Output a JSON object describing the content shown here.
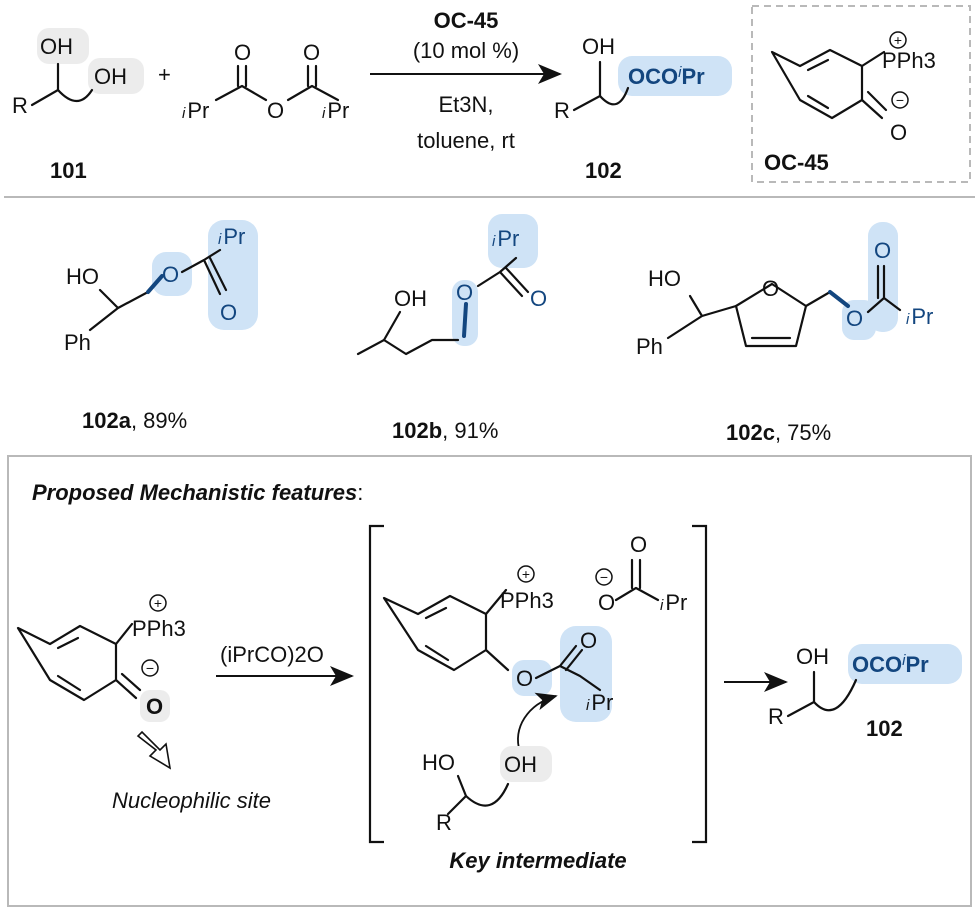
{
  "reaction": {
    "reactant1_id": "101",
    "reactant2_id": "",
    "product_id": "102",
    "plus": "+",
    "catalyst": "OC-45",
    "loading": "(10 mol %)",
    "base": "Et3N,",
    "solvent": "toluene, rt",
    "catalyst_box_label": "OC-45"
  },
  "atoms": {
    "OH": "OH",
    "HO": "HO",
    "R": "R",
    "O": "O",
    "iPr_i": "i",
    "iPr_Pr": "Pr",
    "Ph": "Ph",
    "PPh3": "PPh3",
    "OCO": "OCO",
    "plus_charge": "+",
    "minus_charge": "−"
  },
  "examples": [
    {
      "id": "102a",
      "yield": ", 89%"
    },
    {
      "id": "102b",
      "yield": ", 91%"
    },
    {
      "id": "102c",
      "yield": ", 75%"
    }
  ],
  "mechanism": {
    "title": "Proposed Mechanistic features",
    "title_suffix": ":",
    "reagent": "(iPrCO)2O",
    "nucleophilic_site": "Nucleophilic site",
    "key_intermediate": "Key intermediate",
    "product_id": "102"
  },
  "colors": {
    "highlight": "#cfe3f6",
    "ester_blue": "#13467f",
    "grey_patch": "#ececec",
    "box_border": "#b9b9b9"
  }
}
